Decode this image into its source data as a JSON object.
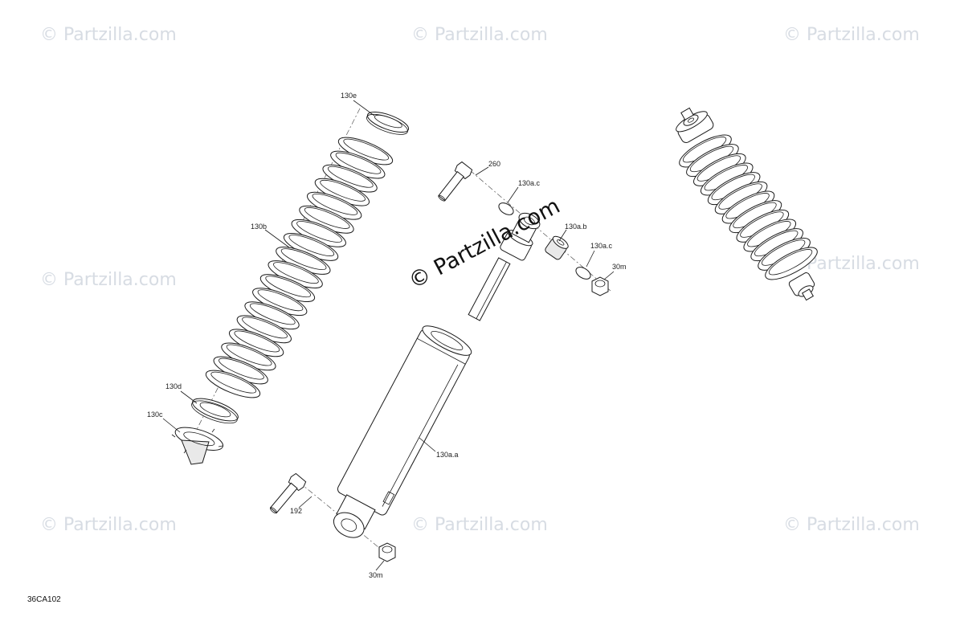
{
  "watermark": {
    "text": "© Partzilla.com",
    "center_text": "© Partzilla.com"
  },
  "callouts": {
    "spring_cup_top": "130e",
    "spring": "130b",
    "spring_seat": "130d",
    "spring_retainer": "130c",
    "bolt_top": "260",
    "circlip_top": "130a.c",
    "bushing_top": "130a.b",
    "circlip_right": "130a.c",
    "nut_top": "30m",
    "shock_body": "130a.a",
    "bolt_bottom": "192",
    "nut_bottom": "30m"
  },
  "figure_code": "36CA102"
}
